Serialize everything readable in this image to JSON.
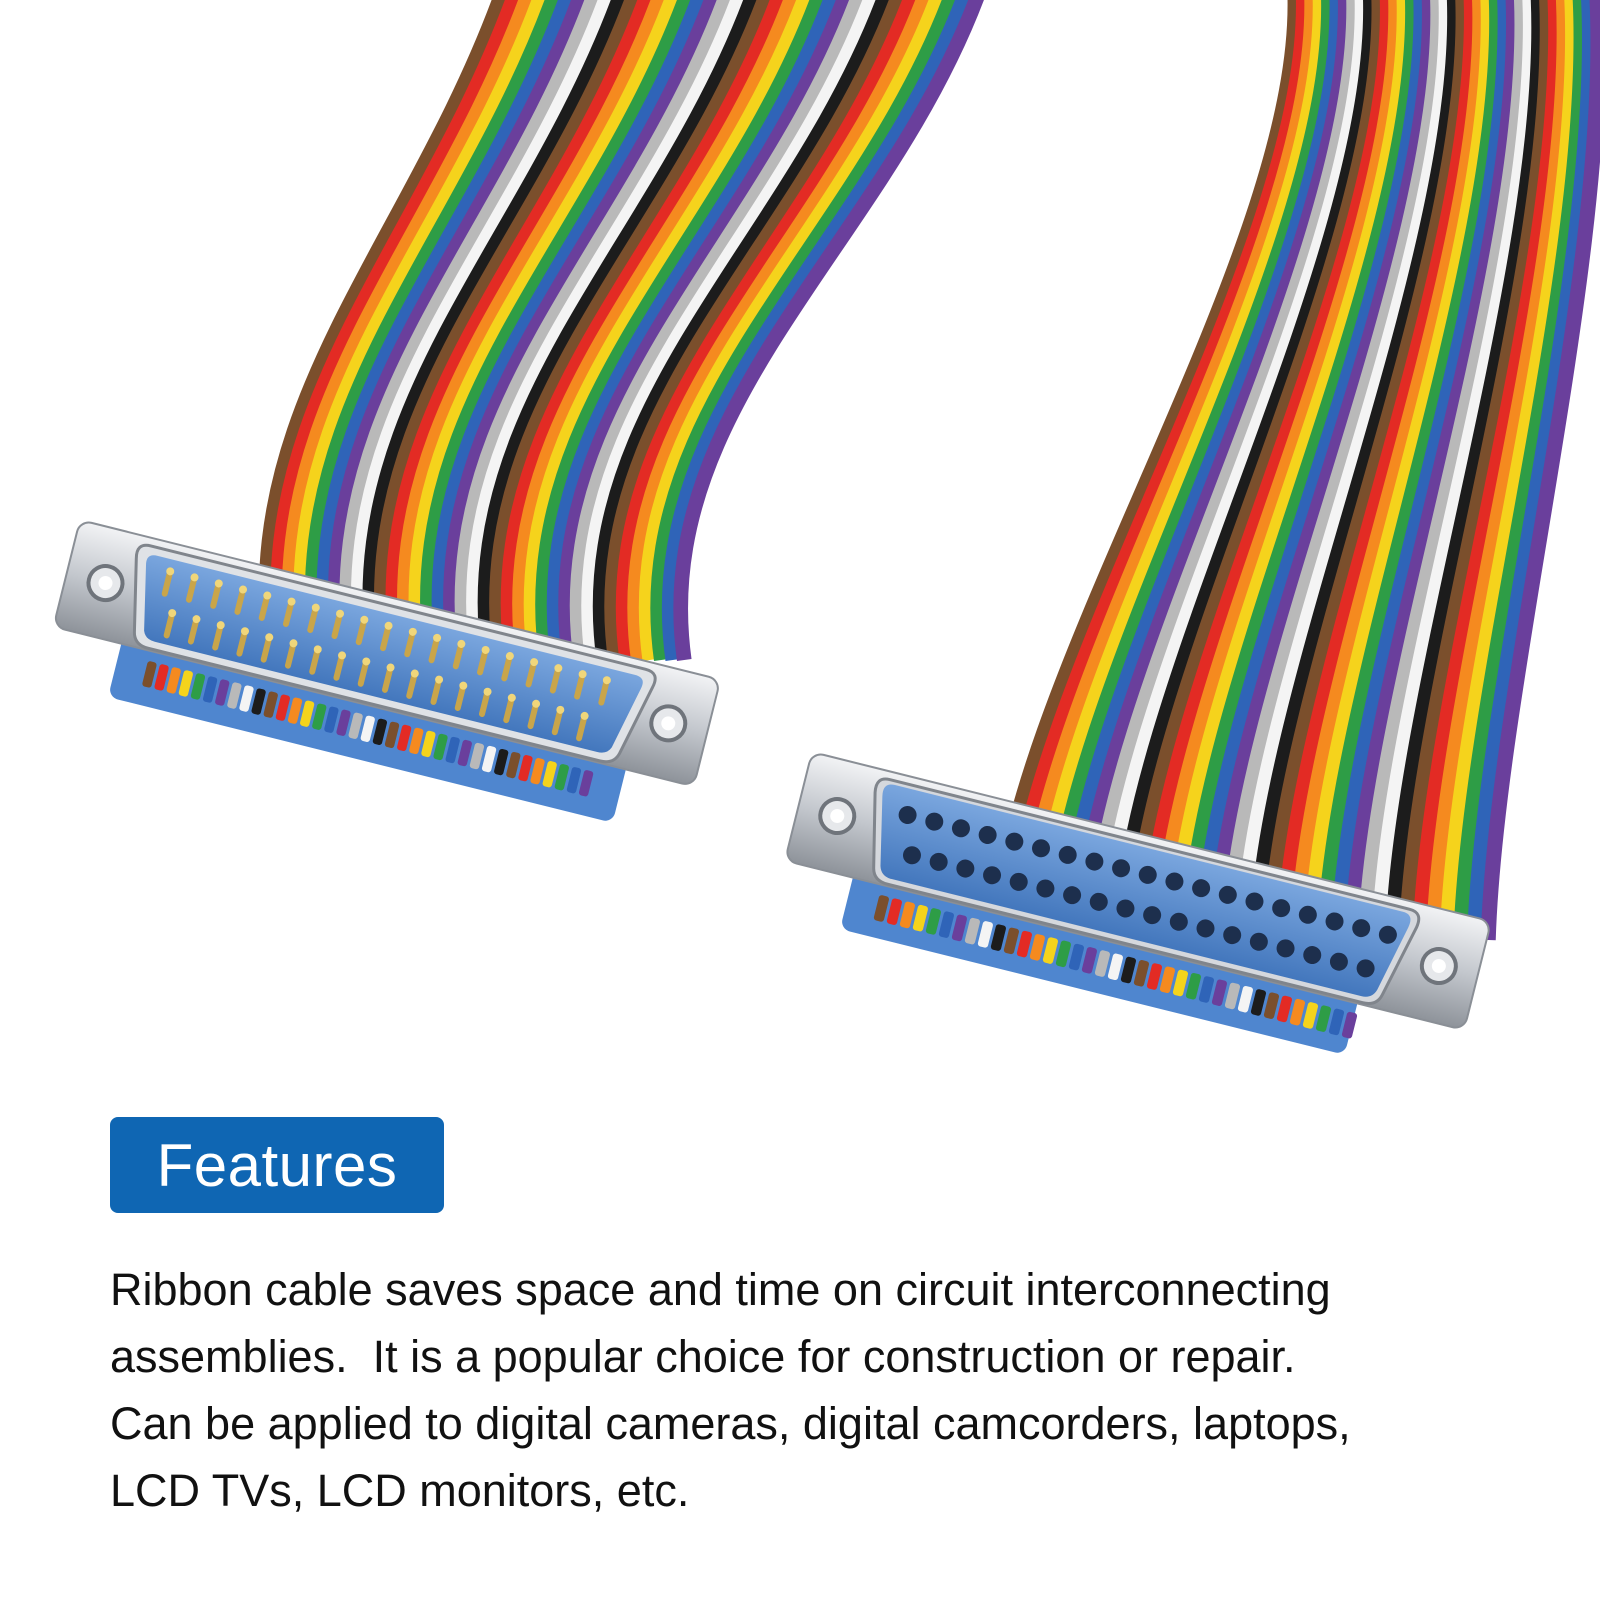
{
  "features_badge": {
    "label": "Features",
    "color": "#0f66b3"
  },
  "description": {
    "lines": [
      "Ribbon cable saves space and time on circuit interconnecting",
      "assemblies.  It is a popular choice for construction or repair.",
      "Can be applied to digital cameras, digital camcorders, laptops,",
      "LCD TVs, LCD monitors, etc."
    ]
  },
  "photo": {
    "subject": "rainbow-ribbon-cable-with-male-and-female-d-sub-connectors",
    "wire_colors": [
      "#7b4f2c",
      "#e32b24",
      "#f58a1f",
      "#f5d31c",
      "#2e9d46",
      "#2f64b8",
      "#6a3f9c",
      "#b9b9b9",
      "#f4f4f4",
      "#1c1c1c"
    ],
    "connector_insert_color": "#5b8fd1",
    "connector_shell_color": "#c9ccd1"
  }
}
